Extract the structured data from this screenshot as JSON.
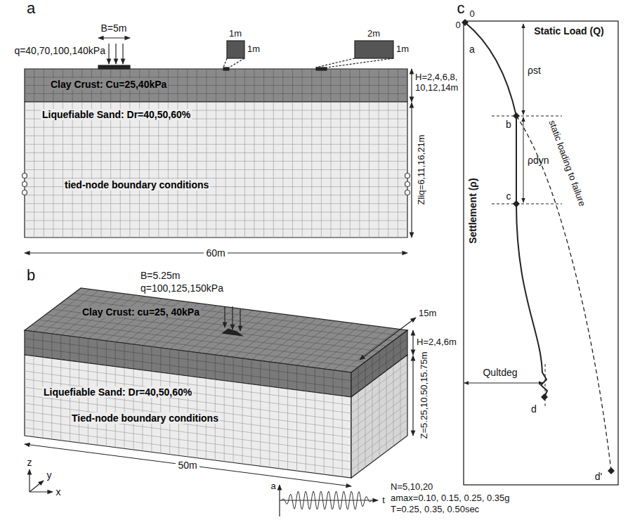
{
  "diagram": {
    "nodes": [
      {
        "text": [
          "Clay Crust: Cu=25,40kPa"
        ]
      },
      {
        "text": [
          "Liquefiable Sand: Dr=40,50,60%",
          "tied-node boundary conditions"
        ]
      },
      {
        "text": [
          "Clay Crust: cu=25, 40kPa"
        ]
      },
      {
        "text": [
          "Liquefiable Sand: Dr=40,50,60%",
          "Tied-node boundary conditions"
        ]
      }
    ],
    "labels": [
      "a",
      "B=5m",
      "q=40,70,100,140kPa",
      "1m",
      "1m",
      "2m",
      "1m",
      "H=2,4,6,8, 10,12,14m",
      "Zliq=6,11,16,21m",
      "60m",
      "b",
      "B=5.25m",
      "q=100,125,150kPa",
      "15m",
      "H=2,4,6m",
      "Z=5.25,10.50,15.75m",
      "50m",
      "z",
      "y",
      "x",
      "a",
      "t",
      "N=5,10,20",
      "amax=0.10, 0.15, 0.25, 0.35g",
      "T=0.25, 0.35, 0.50sec",
      "c",
      "0",
      "Static Load (Q)",
      "0",
      "a",
      "ρst",
      "b",
      "ρdyn",
      "c",
      "static loading to failure",
      "Settlement (ρ)",
      "Qultdeg",
      "d",
      "d'"
    ]
  }
}
